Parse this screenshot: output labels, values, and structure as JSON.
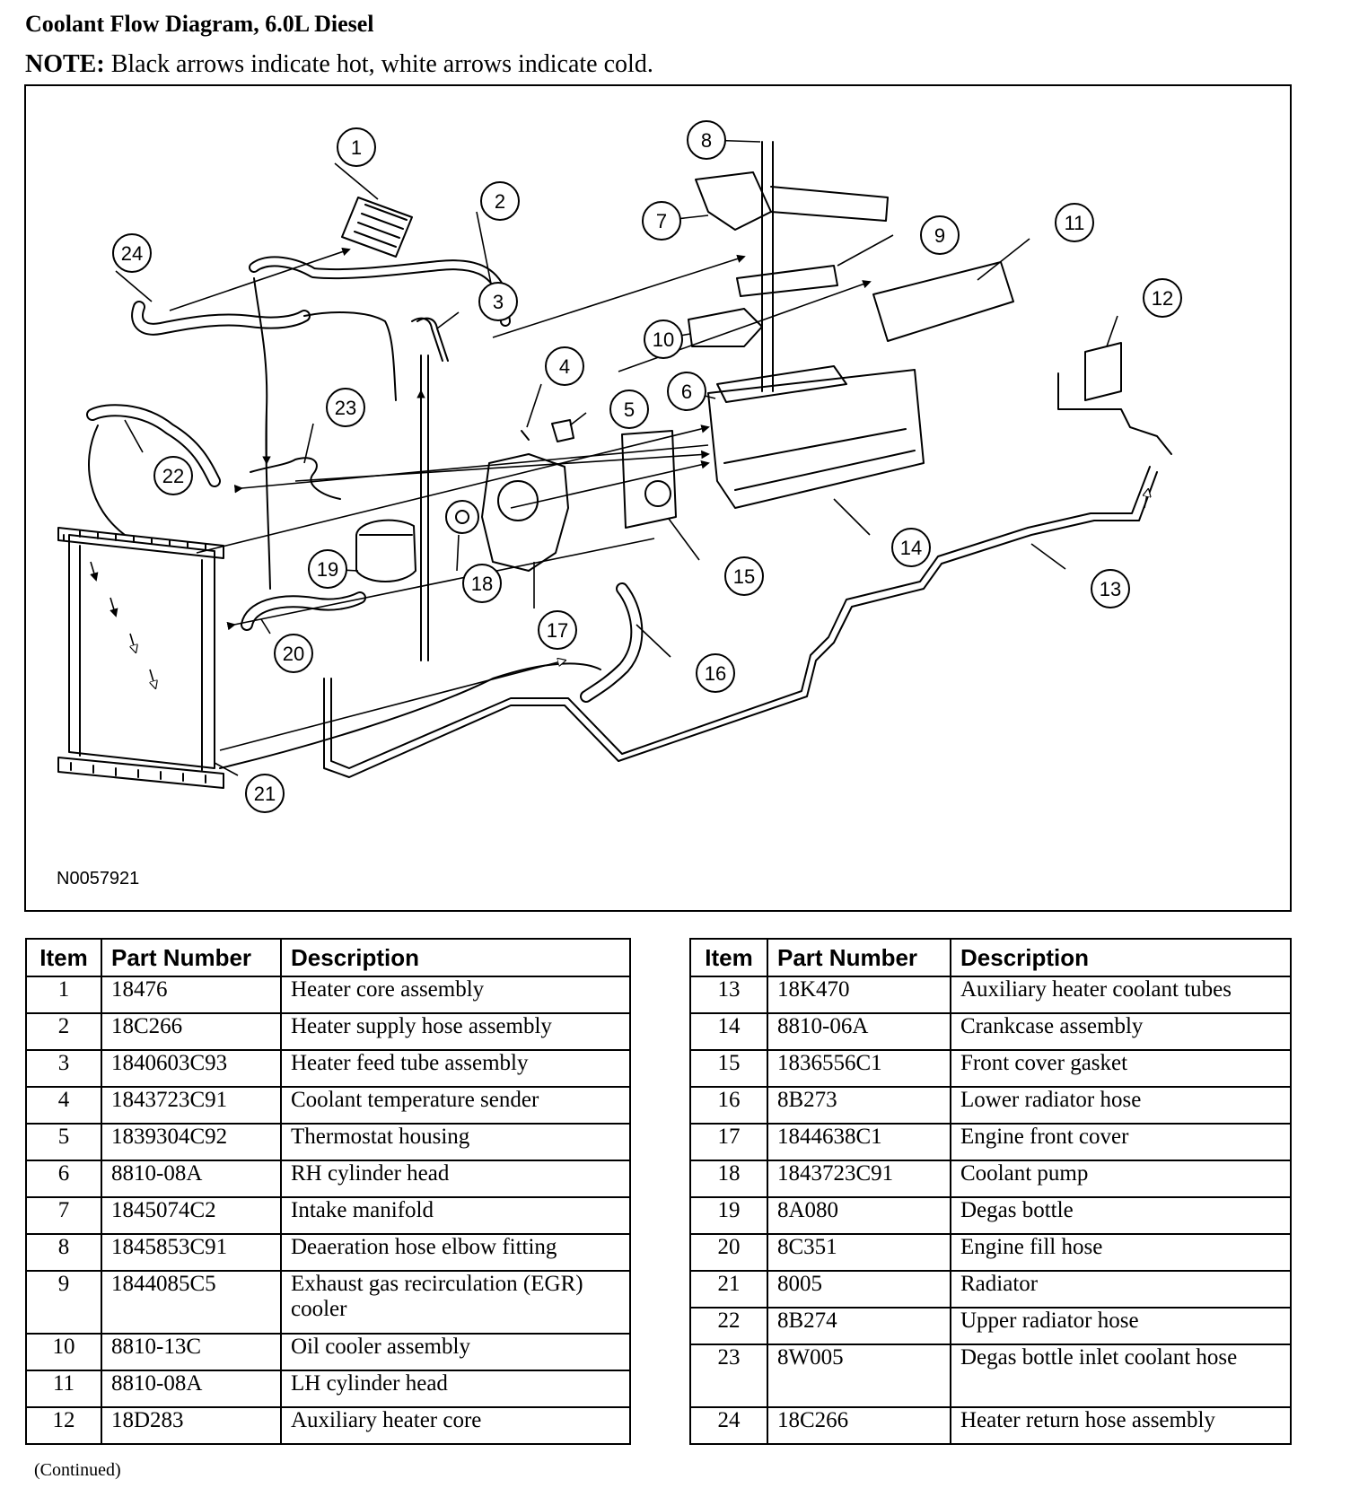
{
  "title": "Coolant Flow Diagram, 6.0L Diesel",
  "note": {
    "label": "NOTE:",
    "text": " Black arrows indicate hot, white arrows indicate cold."
  },
  "figure_id": "N0057921",
  "callouts": [
    "1",
    "2",
    "3",
    "4",
    "5",
    "6",
    "7",
    "8",
    "9",
    "10",
    "11",
    "12",
    "13",
    "14",
    "15",
    "16",
    "17",
    "18",
    "19",
    "20",
    "21",
    "22",
    "23",
    "24"
  ],
  "table_headers": {
    "item": "Item",
    "part_number": "Part Number",
    "description": "Description"
  },
  "parts_left": [
    {
      "item": "1",
      "part": "18476",
      "desc": "Heater core assembly"
    },
    {
      "item": "2",
      "part": "18C266",
      "desc": "Heater supply hose assembly"
    },
    {
      "item": "3",
      "part": "1840603C93",
      "desc": "Heater feed tube assembly"
    },
    {
      "item": "4",
      "part": "1843723C91",
      "desc": "Coolant temperature sender"
    },
    {
      "item": "5",
      "part": "1839304C92",
      "desc": "Thermostat housing"
    },
    {
      "item": "6",
      "part": "8810-08A",
      "desc": "RH cylinder head"
    },
    {
      "item": "7",
      "part": "1845074C2",
      "desc": "Intake manifold"
    },
    {
      "item": "8",
      "part": "1845853C91",
      "desc": "Deaeration hose elbow fitting"
    },
    {
      "item": "9",
      "part": "1844085C5",
      "desc": "Exhaust gas recirculation (EGR) cooler"
    },
    {
      "item": "10",
      "part": "8810-13C",
      "desc": "Oil cooler assembly"
    },
    {
      "item": "11",
      "part": "8810-08A",
      "desc": "LH cylinder head"
    },
    {
      "item": "12",
      "part": "18D283",
      "desc": "Auxiliary heater core"
    }
  ],
  "parts_right": [
    {
      "item": "13",
      "part": "18K470",
      "desc": "Auxiliary heater coolant tubes"
    },
    {
      "item": "14",
      "part": "8810-06A",
      "desc": "Crankcase assembly"
    },
    {
      "item": "15",
      "part": "1836556C1",
      "desc": "Front cover gasket"
    },
    {
      "item": "16",
      "part": "8B273",
      "desc": "Lower radiator hose"
    },
    {
      "item": "17",
      "part": "1844638C1",
      "desc": "Engine front cover"
    },
    {
      "item": "18",
      "part": "1843723C91",
      "desc": "Coolant pump"
    },
    {
      "item": "19",
      "part": "8A080",
      "desc": "Degas bottle"
    },
    {
      "item": "20",
      "part": "8C351",
      "desc": "Engine fill hose"
    },
    {
      "item": "21",
      "part": "8005",
      "desc": "Radiator"
    },
    {
      "item": "22",
      "part": "8B274",
      "desc": "Upper radiator hose"
    },
    {
      "item": "23",
      "part": "8W005",
      "desc": "Degas bottle inlet coolant hose"
    },
    {
      "item": "24",
      "part": "18C266",
      "desc": "Heater return hose assembly"
    }
  ],
  "continued": "(Continued)"
}
